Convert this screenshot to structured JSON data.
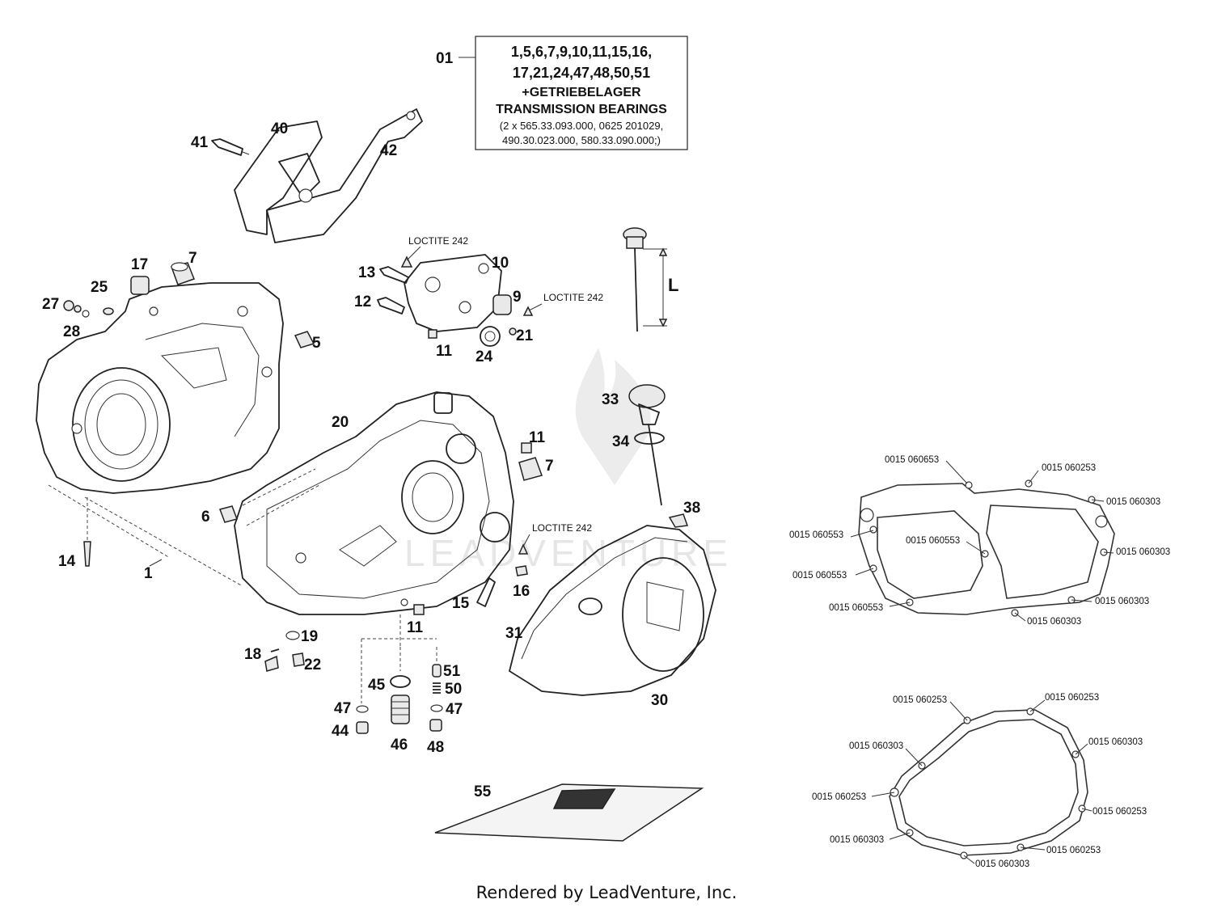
{
  "header_box": {
    "ref": "01",
    "line1": "1,5,6,7,9,10,11,15,16,",
    "line2": "17,21,24,47,48,50,51",
    "line3": "+GETRIEBELAGER",
    "line4": "TRANSMISSION BEARINGS",
    "line5": "(2 x 565.33.093.000, 0625 201029,",
    "line6": "490.30.023.000, 580.33.090.000;)"
  },
  "callouts": {
    "c40": "40",
    "c41": "41",
    "c42": "42",
    "c17": "17",
    "c7a": "7",
    "c25": "25",
    "c27": "27",
    "c28": "28",
    "c5": "5",
    "c13": "13",
    "c10": "10",
    "c12": "12",
    "c9": "9",
    "c21": "21",
    "c11a": "11",
    "c24": "24",
    "cL": "L",
    "c33": "33",
    "c34": "34",
    "c20": "20",
    "c11b": "11",
    "c7b": "7",
    "c6": "6",
    "c14": "14",
    "c1": "1",
    "c38": "38",
    "c15": "15",
    "c16": "16",
    "c11c": "11",
    "c19": "19",
    "c18": "18",
    "c22": "22",
    "c31": "31",
    "c30": "30",
    "c45": "45",
    "c51": "51",
    "c50": "50",
    "c47a": "47",
    "c47b": "47",
    "c44": "44",
    "c46": "46",
    "c48": "48",
    "c55": "55"
  },
  "loctite": {
    "l1": "LOCTITE 242",
    "l2": "LOCTITE 242",
    "l3": "LOCTITE 242"
  },
  "gasket_top_codes": {
    "g1": "0015 060653",
    "g2": "0015 060253",
    "g3": "0015 060303",
    "g4": "0015 060553",
    "g5": "0015 060553",
    "g6": "0015 060303",
    "g7": "0015 060553",
    "g8": "0015 060303",
    "g9": "0015 060553",
    "g10": "0015 060303"
  },
  "gasket_bottom_codes": {
    "h1": "0015 060253",
    "h2": "0015 060253",
    "h3": "0015 060303",
    "h4": "0015 060303",
    "h5": "0015 060253",
    "h6": "0015 060253",
    "h7": "0015 060303",
    "h8": "0015 060253",
    "h9": "0015 060303"
  },
  "watermark": "LEADVENTURE",
  "footer": "Rendered by LeadVenture, Inc."
}
